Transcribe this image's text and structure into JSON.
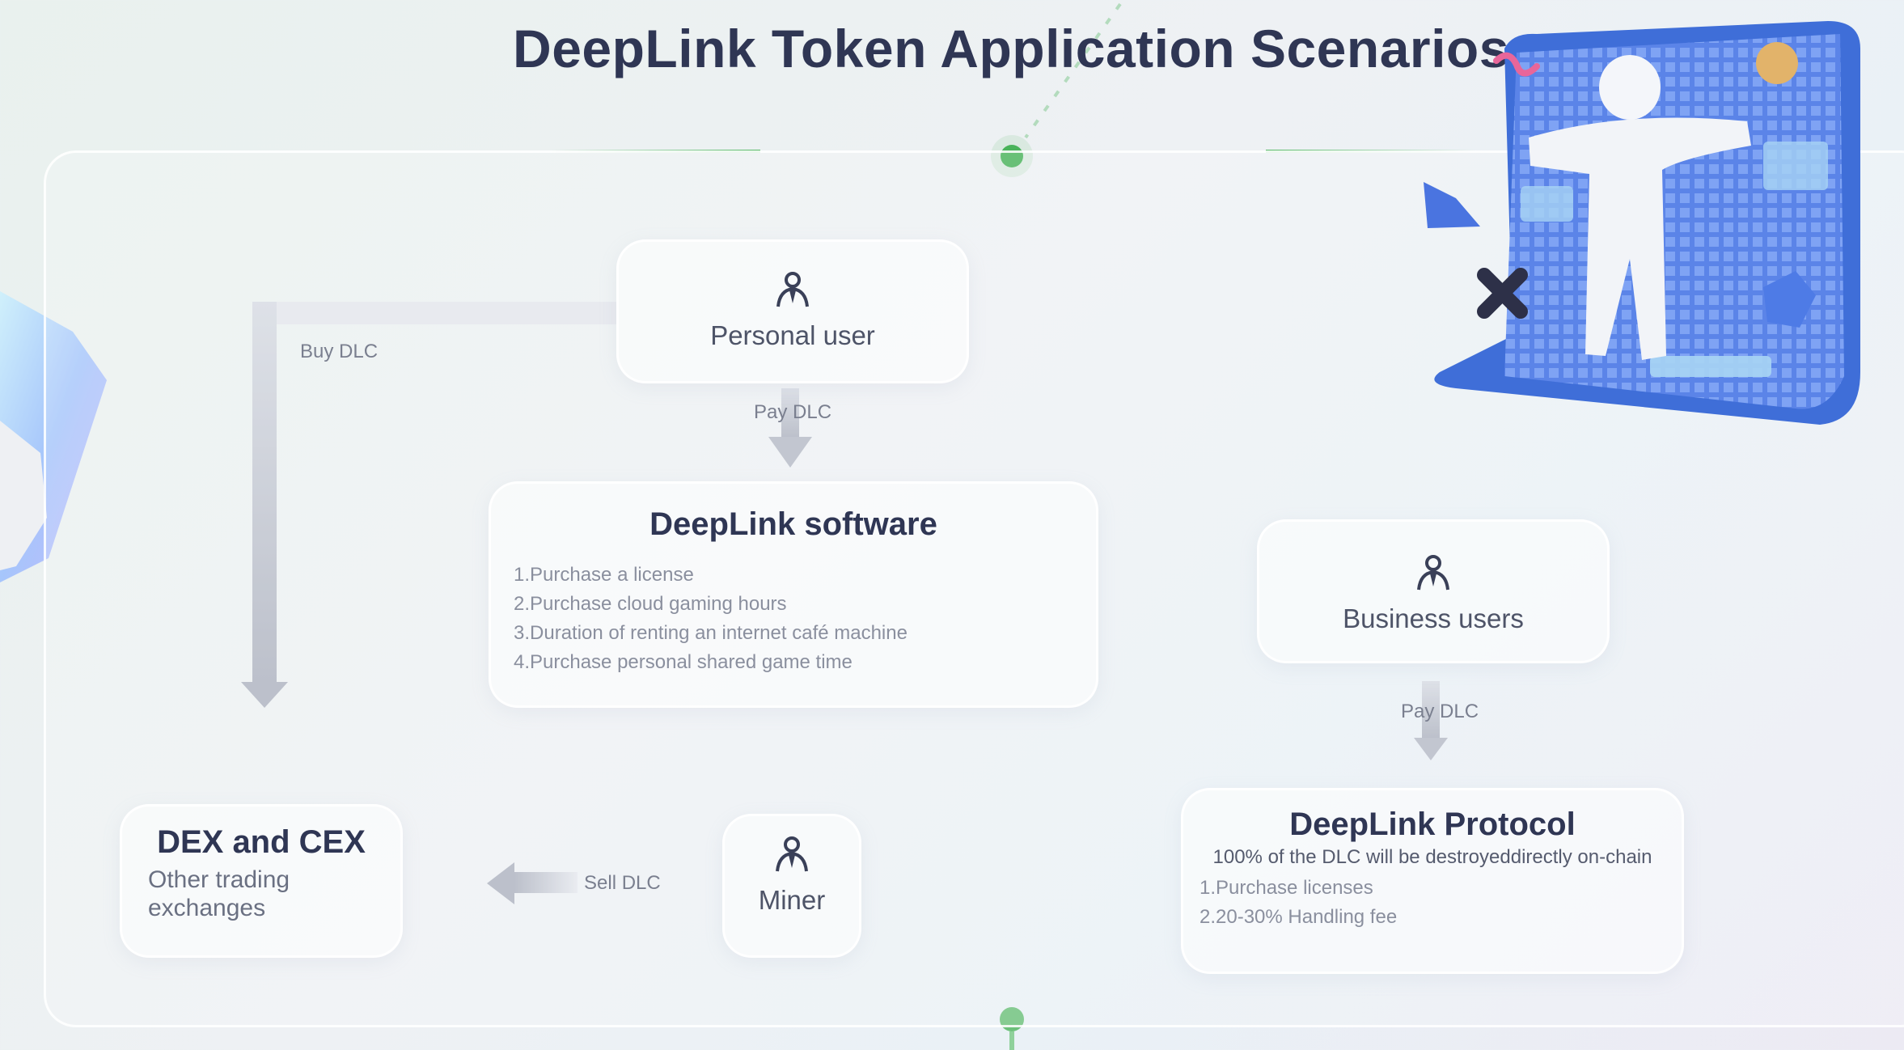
{
  "title": "DeepLink Token Application Scenarios",
  "colors": {
    "title": "#2f3654",
    "accent_green": "#49b35a",
    "arrow_gray": "#b5bac6",
    "card_bg": "rgba(255,255,255,0.55)"
  },
  "nodes": {
    "personal_user": {
      "label": "Personal user",
      "icon": "user-icon"
    },
    "deeplink_software": {
      "title": "DeepLink software",
      "items": [
        "1.Purchase a license",
        "2.Purchase cloud gaming hours",
        "3.Duration of renting an internet café machine",
        "4.Purchase personal shared game time"
      ]
    },
    "business_users": {
      "label": "Business users",
      "icon": "user-icon"
    },
    "deeplink_protocol": {
      "title": "DeepLink Protocol",
      "subtitle": "100% of the DLC will be destroyeddirectly on-chain",
      "items": [
        "1.Purchase licenses",
        "2.20-30% Handling fee"
      ]
    },
    "dex_cex": {
      "title": "DEX and CEX",
      "subtitle_line1": "Other trading",
      "subtitle_line2": "exchanges"
    },
    "miner": {
      "label": "Miner",
      "icon": "user-icon"
    }
  },
  "edges": {
    "buy_dlc": "Buy DLC",
    "pay_dlc_personal": "Pay DLC",
    "pay_dlc_business": "Pay DLC",
    "sell_dlc": "Sell DLC"
  },
  "decorations": {
    "left_crystal": "crystal-prism-illustration",
    "right_illustration": "person-on-grid-screen-illustration"
  }
}
